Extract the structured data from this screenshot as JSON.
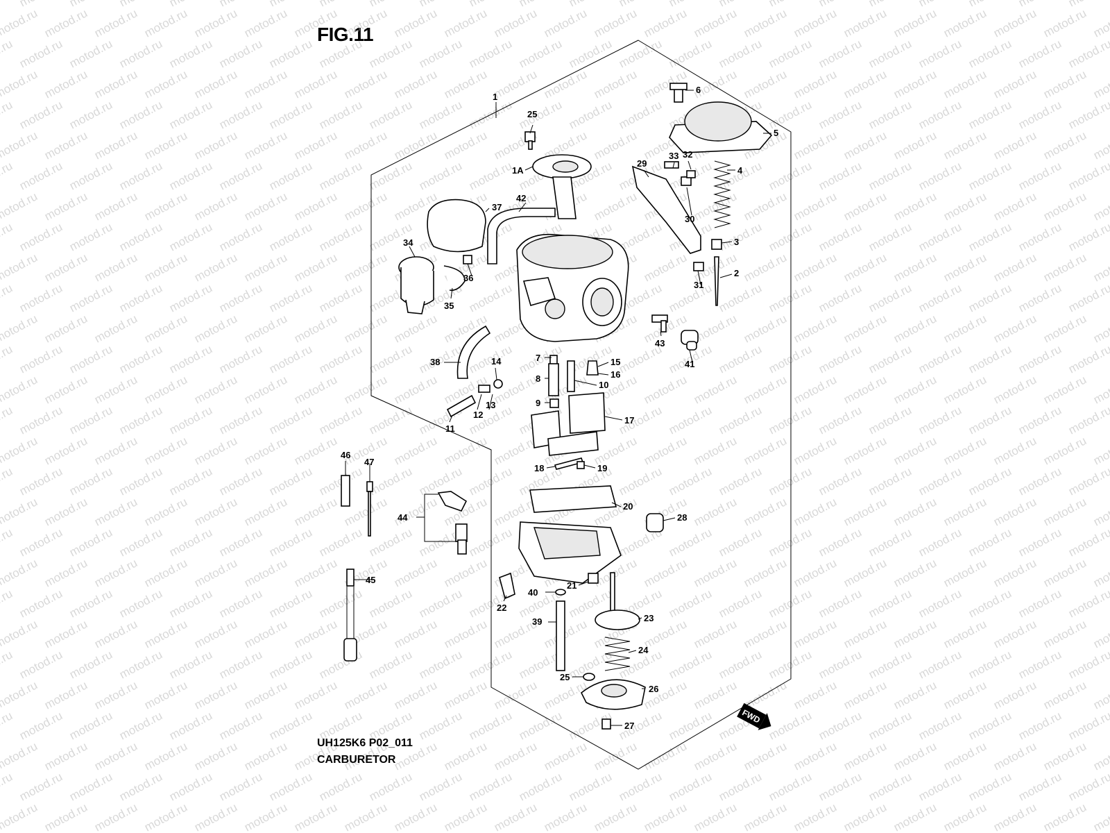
{
  "figure_title": "FIG.11",
  "diagram_code": "UH125K6 P02_011",
  "caption": "CARBURETOR",
  "watermark": "motod.ru",
  "fwd_badge": "FWD",
  "part_labels": [
    "1",
    "1A",
    "2",
    "3",
    "4",
    "5",
    "6",
    "7",
    "8",
    "9",
    "10",
    "11",
    "12",
    "13",
    "14",
    "15",
    "16",
    "17",
    "18",
    "19",
    "20",
    "21",
    "22",
    "23",
    "24",
    "25",
    "25",
    "26",
    "27",
    "28",
    "29",
    "30",
    "31",
    "32",
    "33",
    "34",
    "35",
    "36",
    "37",
    "38",
    "39",
    "40",
    "41",
    "42",
    "43",
    "44",
    "45",
    "46",
    "47"
  ]
}
